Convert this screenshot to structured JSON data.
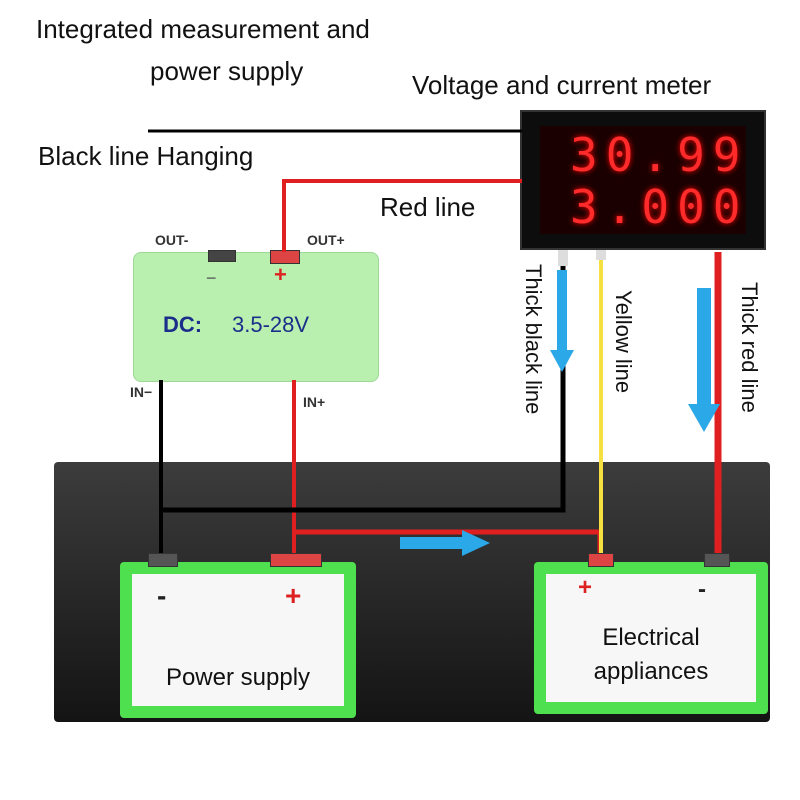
{
  "texts": {
    "title_line1": "Integrated measurement and",
    "title_line2": "power supply",
    "meter_title": "Voltage and current meter",
    "black_line_hanging": "Black line Hanging",
    "red_line": "Red line",
    "thick_black_line": "Thick black line",
    "yellow_line": "Yellow line",
    "thick_red_line": "Thick red line"
  },
  "dc_module": {
    "out_minus": "OUT-",
    "out_plus": "OUT+",
    "in_minus": "IN−",
    "in_plus": "IN+",
    "label": "DC:",
    "range": "3.5-28V",
    "minus_sign": "−",
    "plus_sign": "+"
  },
  "meter": {
    "voltage": "30.99",
    "current": "3.000"
  },
  "power_supply": {
    "label": "Power supply",
    "minus": "-",
    "plus": "+"
  },
  "appliance": {
    "label_line1": "Electrical",
    "label_line2": "appliances",
    "plus": "+",
    "minus": "-"
  },
  "colors": {
    "red_wire": "#e02020",
    "black_wire": "#000000",
    "yellow_wire": "#f5e040",
    "arrow_blue": "#2aa8e8",
    "battery_green": "#4fe04f",
    "module_green": "#b9f0b0",
    "digit_red": "#ff2a2a"
  }
}
